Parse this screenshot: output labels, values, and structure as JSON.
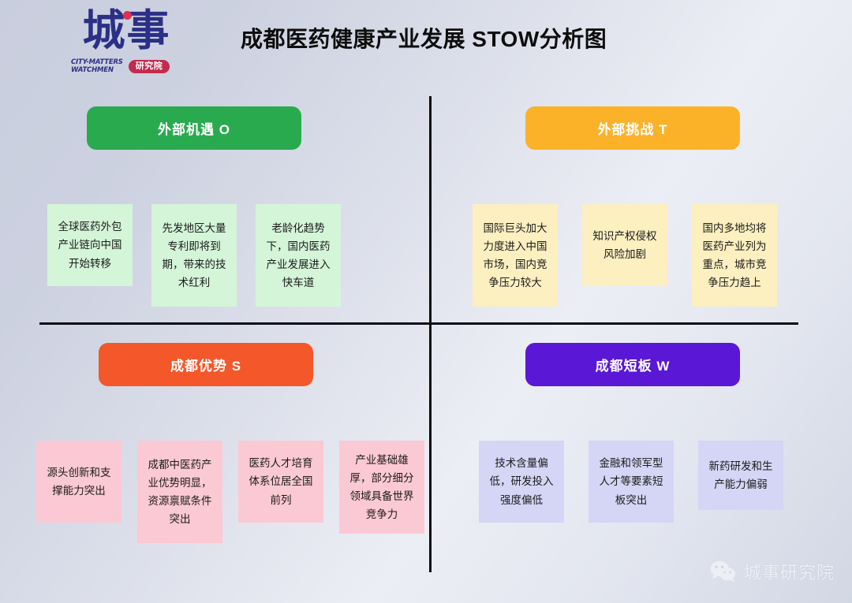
{
  "header": {
    "logo": {
      "mark": "城事",
      "english_line1": "CITY-MATTERS",
      "english_line2": "WATCHMEN",
      "pill": "研究院"
    },
    "title": "成都医药健康产业发展 STOW分析图"
  },
  "quadrants": [
    {
      "key": "O",
      "header_label": "外部机遇 O",
      "header_color": "#2aaa4f",
      "card_color": "#d4f5d8",
      "cards": [
        "全球医药外包产业链向中国开始转移",
        "先发地区大量专利即将到期，带来的技术红利",
        "老龄化趋势下，国内医药产业发展进入快车道"
      ]
    },
    {
      "key": "T",
      "header_label": "外部挑战 T",
      "header_color": "#fbb229",
      "card_color": "#fcefc0",
      "cards": [
        "国际巨头加大力度进入中国市场，国内竞争压力较大",
        "知识产权侵权风险加剧",
        "国内多地均将医药产业列为重点，城市竞争压力趋上"
      ]
    },
    {
      "key": "S",
      "header_label": "成都优势 S",
      "header_color": "#f4572a",
      "card_color": "#fbc9d3",
      "cards": [
        "源头创新和支撑能力突出",
        "成都中医药产业优势明显，资源禀赋条件突出",
        "医药人才培育体系位居全国前列",
        "产业基础雄厚，部分细分领域具备世界竞争力"
      ]
    },
    {
      "key": "W",
      "header_label": "成都短板 W",
      "header_color": "#5a17d6",
      "card_color": "#d5d5f6",
      "cards": [
        "技术含量偏低，研发投入强度偏低",
        "金融和领军型人才等要素短板突出",
        "新药研发和生产能力偏弱"
      ]
    }
  ],
  "footer": {
    "account_name": "城事研究院",
    "icon": "wechat-icon"
  }
}
